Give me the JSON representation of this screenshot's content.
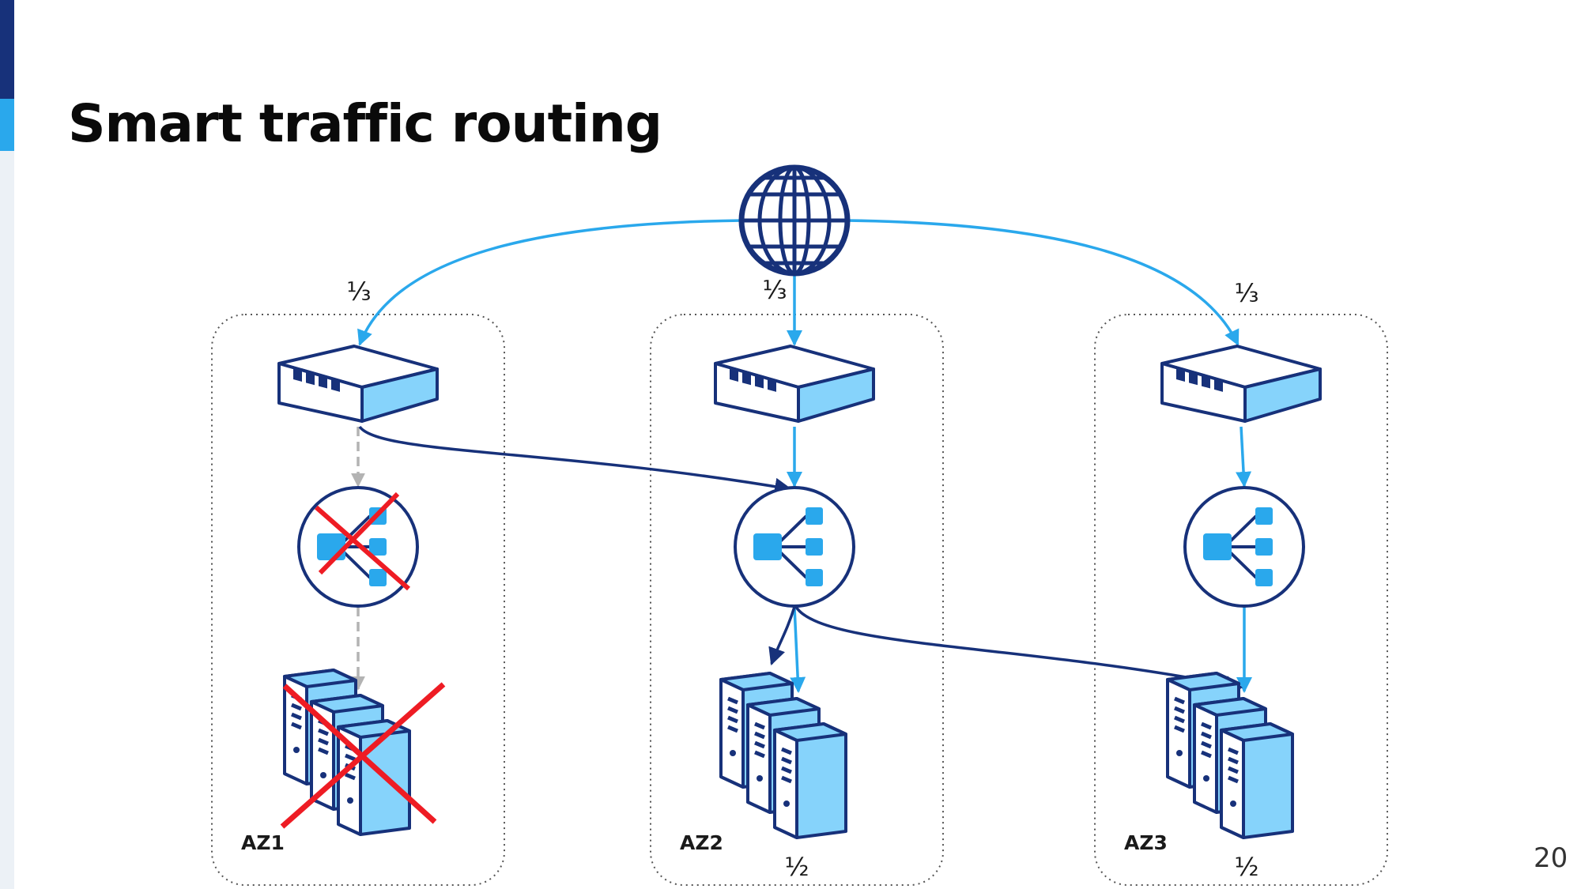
{
  "slide": {
    "title": "Smart traffic routing",
    "page_number": "20"
  },
  "zones": [
    {
      "label": "AZ1",
      "traffic_share_label": "⅓",
      "status": "failed",
      "server_share_label": ""
    },
    {
      "label": "AZ2",
      "traffic_share_label": "⅓",
      "status": "healthy",
      "server_share_label": "½"
    },
    {
      "label": "AZ3",
      "traffic_share_label": "⅓",
      "status": "healthy",
      "server_share_label": "½"
    }
  ],
  "colors": {
    "navy": "#17317a",
    "light_blue": "#2aa8ec",
    "fill_blue": "#86d3fb",
    "fail_red": "#ee1c24",
    "dashed_gray": "#b3b3b3"
  },
  "icons": {
    "internet": "globe-icon",
    "edge": "switch-icon",
    "balancer": "load-balancer-icon",
    "compute": "server-stack-icon"
  }
}
